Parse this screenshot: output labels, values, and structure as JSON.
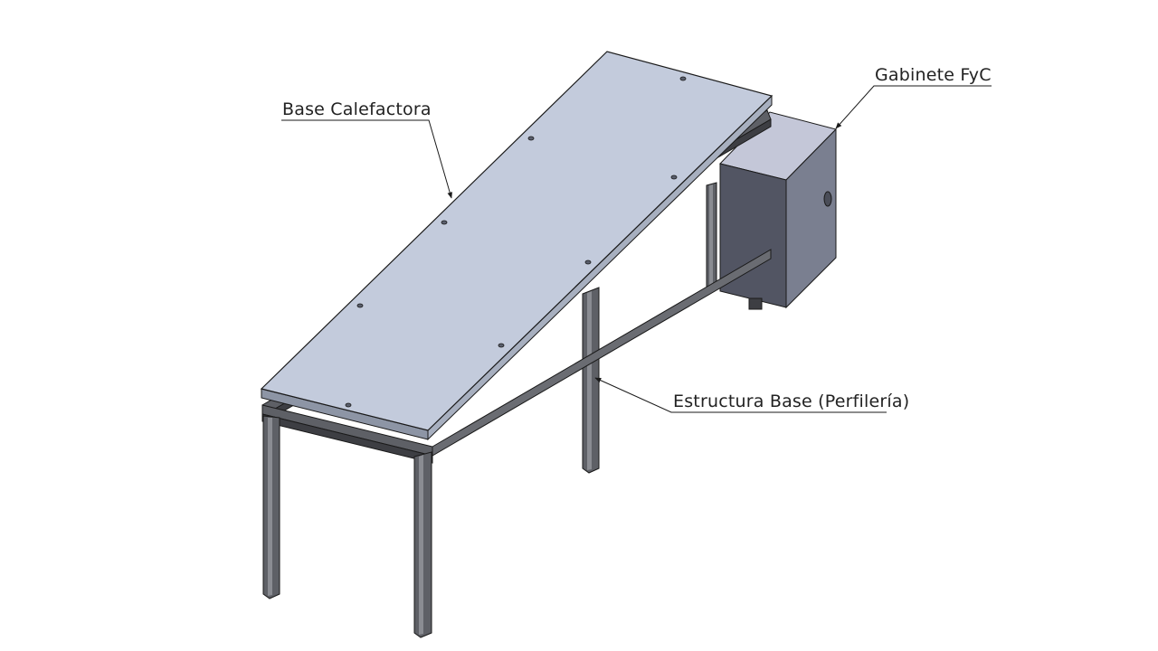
{
  "labels": {
    "heating_base": "Base Calefactora",
    "cabinet": "Gabinete FyC",
    "structure": "Estructura Base (Perfilería)"
  },
  "colors": {
    "plate_top": "#c3cbdc",
    "plate_edge": "#8d95a5",
    "frame": "#5e6066",
    "frame_dark": "#3d3e43",
    "cabinet_front": "#525563",
    "cabinet_side": "#7a7f90",
    "cabinet_top": "#c4c7d8",
    "outline": "#1a1a1a"
  }
}
